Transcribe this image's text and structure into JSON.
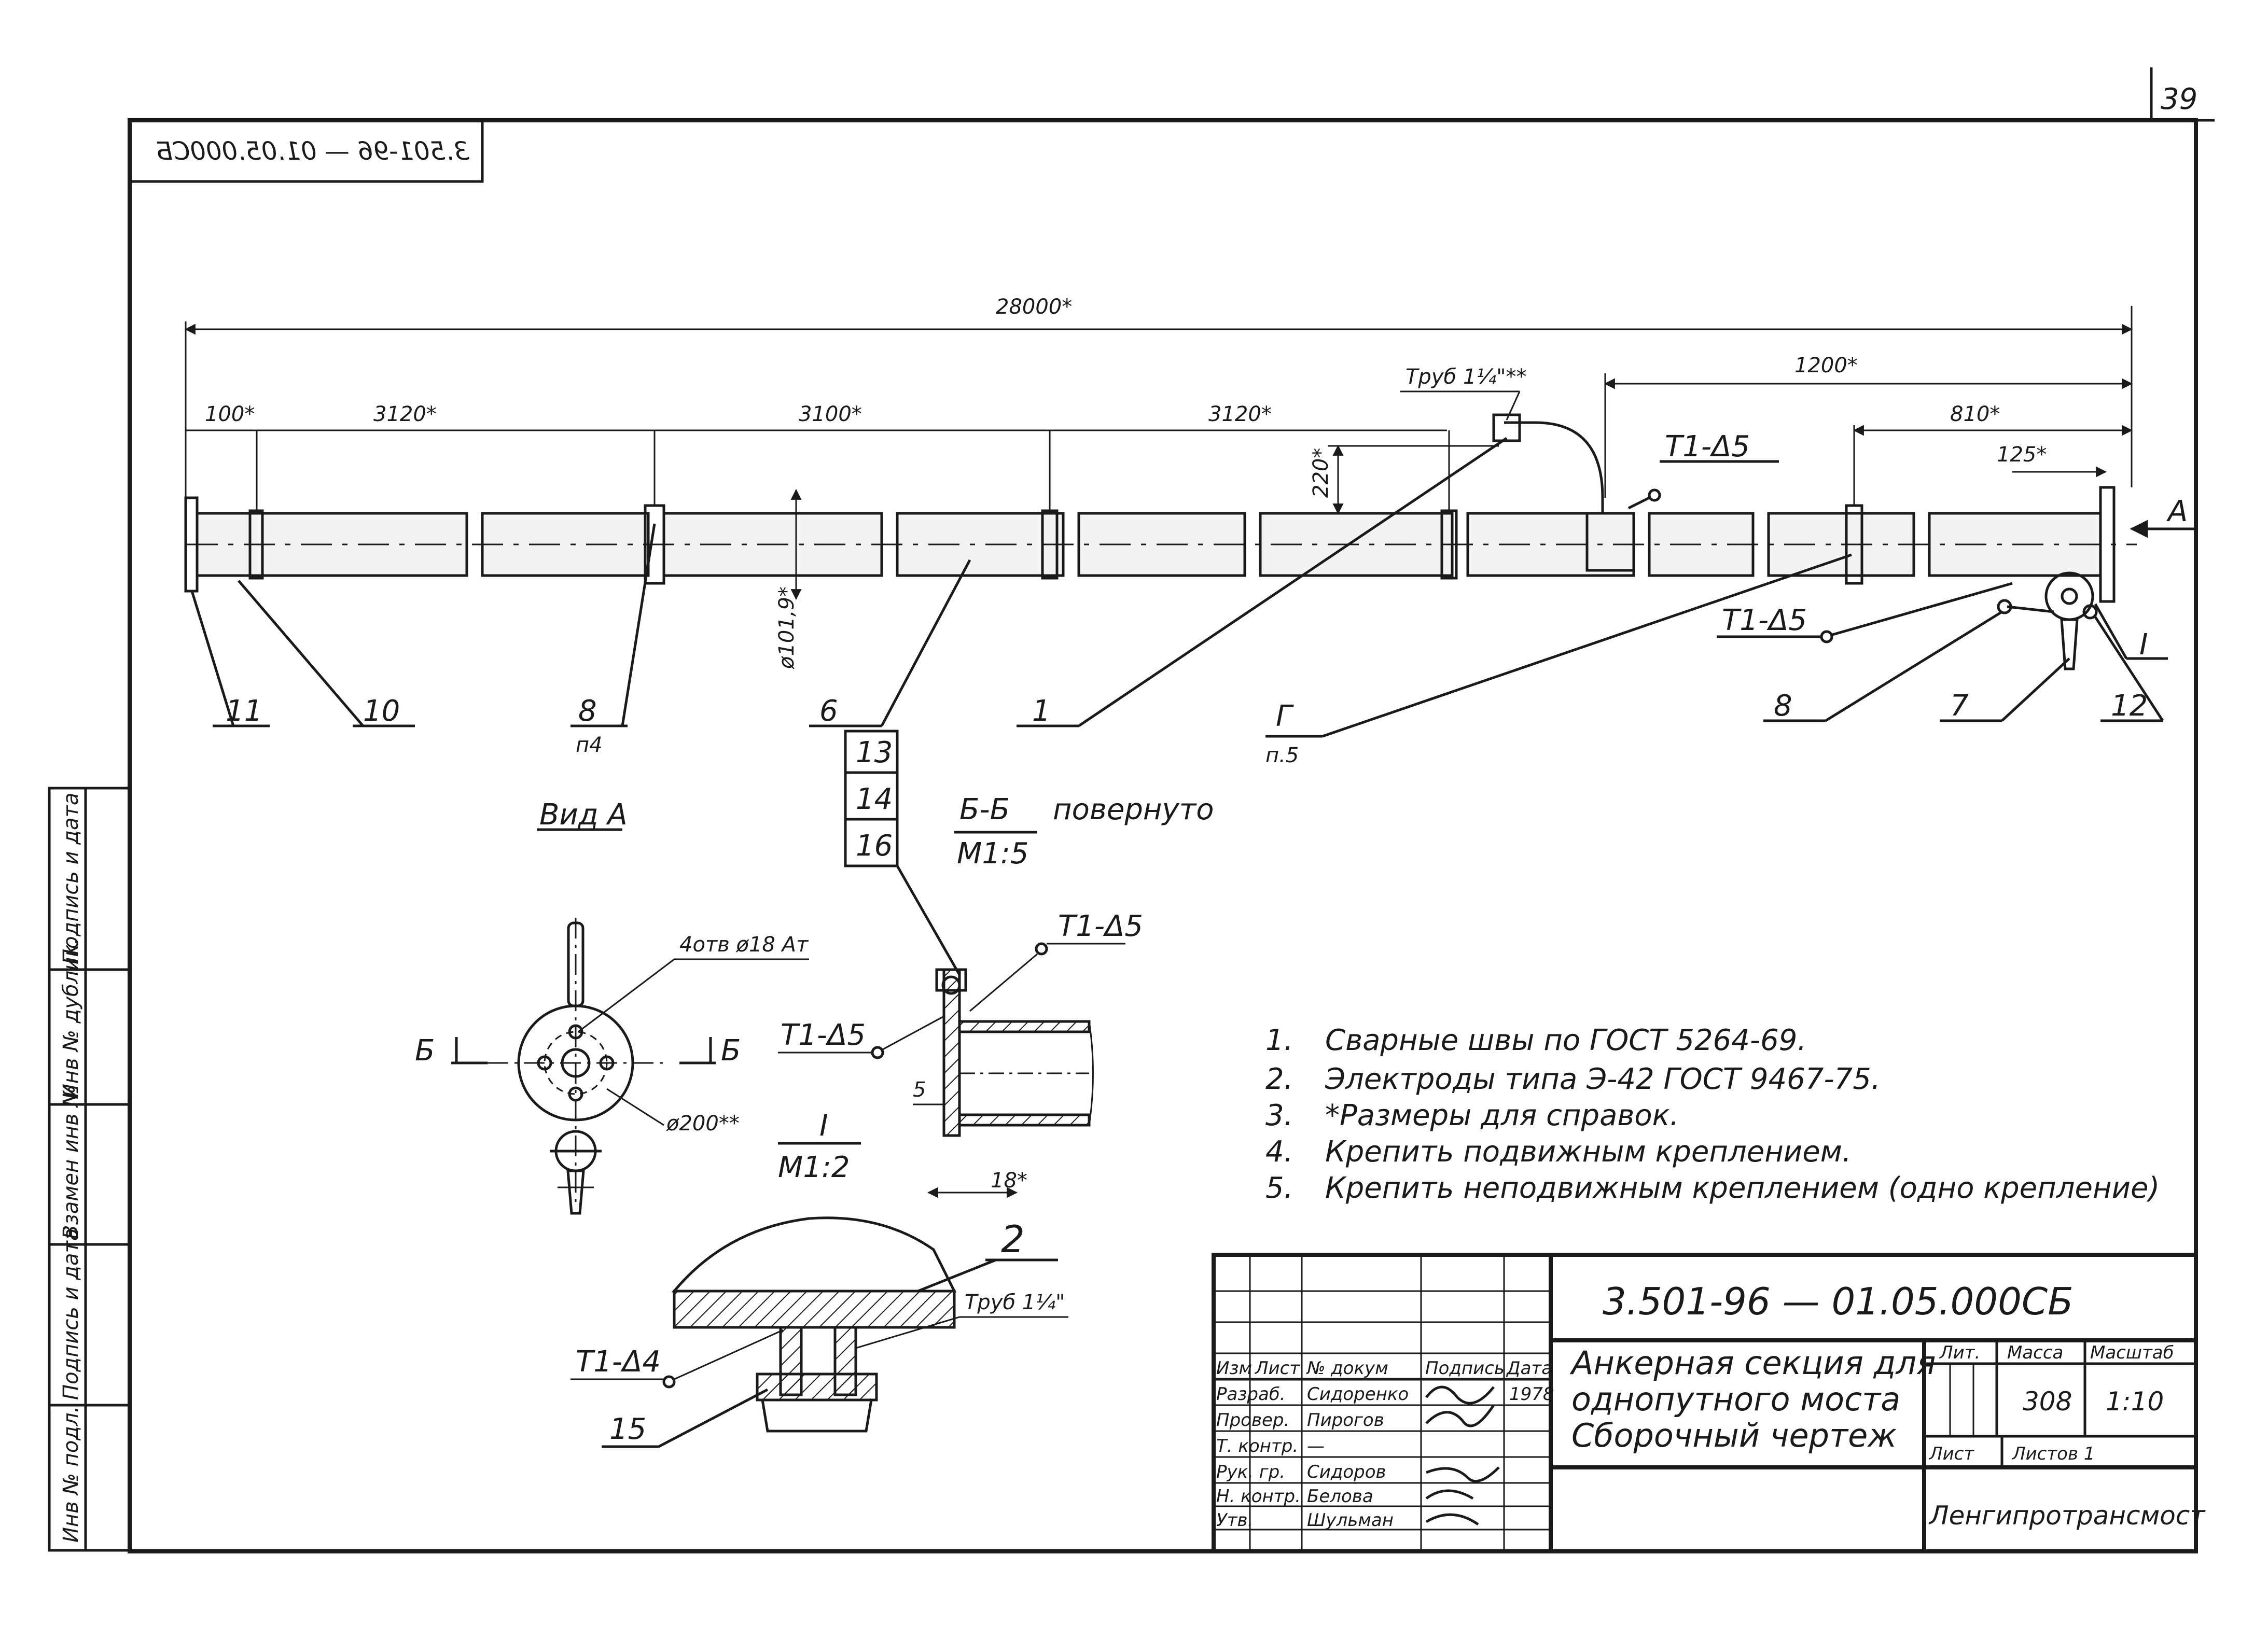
{
  "sheet": {
    "number": "39",
    "mirrored_code": "3.501-96 — 01.05.000СБ"
  },
  "dimensions": {
    "overall": "28000*",
    "d1": "100*",
    "d2": "3120*",
    "d3": "3100*",
    "d4": "3120*",
    "right_span": "1200*",
    "right_small": "810*",
    "flange": "125*",
    "height": "220*",
    "pipe_dia": "ø101,9*",
    "pipe_label": "Труб 1¼\"**"
  },
  "callouts": {
    "c11": "11",
    "c10": "10",
    "c8": "8",
    "c8_sub": "п4",
    "c6": "6",
    "c1": "1",
    "cG": "Г",
    "cG_sub": "п.5",
    "c8b": "8",
    "c7": "7",
    "c12": "12",
    "weld_top": "Т1-Δ5",
    "weld_right": "Т1-Δ5",
    "arrow_A": "А",
    "roman_I": "I"
  },
  "view_a": {
    "title": "Вид А",
    "holes": "4отв ø18 Ат",
    "diameter": "ø200**",
    "section_left": "Б",
    "section_right": "Б"
  },
  "section_bb": {
    "title": "Б-Б",
    "rotated": "повернуто",
    "scale": "М1:5",
    "p13": "13",
    "p14": "14",
    "p16": "16",
    "weld1": "Т1-Δ5",
    "weld2": "Т1-Δ5",
    "dim5": "5",
    "dim18": "18*"
  },
  "detail_i": {
    "title": "I",
    "scale": "М1:2",
    "p2": "2",
    "pipe": "Труб 1¼\"",
    "weld": "Т1-Δ4",
    "p15": "15"
  },
  "notes": [
    {
      "n": "1.",
      "text": "Сварные швы по ГОСТ 5264-69."
    },
    {
      "n": "2.",
      "text": "Электроды типа Э-42 ГОСТ 9467-75."
    },
    {
      "n": "3.",
      "text": "*Размеры для справок."
    },
    {
      "n": "4.",
      "text": "Крепить подвижным креплением."
    },
    {
      "n": "5.",
      "text": "Крепить неподвижным креплением (одно крепление)"
    }
  ],
  "side_stamp": [
    "Инв № подл.",
    "Подпись и дата",
    "Взамен инв №",
    "Инв № дублик.",
    "Подпись и дата"
  ],
  "title_block": {
    "code": "3.501-96 — 01.05.000СБ",
    "title_l1": "Анкерная секция для",
    "title_l2": "однопутного моста",
    "title_l3": "Сборочный чертеж",
    "h_izm": "Изм",
    "h_list": "Лист",
    "h_doc": "№ докум",
    "h_sign": "Подпись",
    "h_date": "Дата",
    "roles": [
      {
        "role": "Разраб.",
        "name": "Сидоренко",
        "date": "1978"
      },
      {
        "role": "Провер.",
        "name": "Пирогов",
        "date": ""
      },
      {
        "role": "Т. контр.",
        "name": "—",
        "date": ""
      },
      {
        "role": "Рук. гр.",
        "name": "Сидоров",
        "date": ""
      },
      {
        "role": "Н. контр.",
        "name": "Белова",
        "date": ""
      },
      {
        "role": "Утв.",
        "name": "Шульман",
        "date": ""
      }
    ],
    "lit": "Лит.",
    "massa": "Масса",
    "masshtab": "Масштаб",
    "mass_val": "308",
    "scale_val": "1:10",
    "list": "Лист",
    "listov": "Листов 1",
    "org": "Ленгипротрансмост"
  }
}
